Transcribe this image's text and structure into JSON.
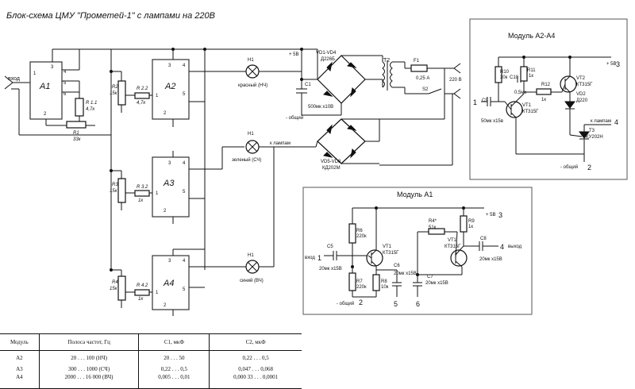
{
  "title": "Блок-схема ЦМУ \"Прометей-1\" с лампами на 220В",
  "main": {
    "input_label": "вход",
    "blocks": [
      "A1",
      "A2",
      "A3",
      "A4"
    ],
    "a1_pins": [
      "1",
      "2",
      "3",
      "4",
      "5",
      "6"
    ],
    "a2_pins": [
      "1",
      "2",
      "3",
      "4",
      "5"
    ],
    "r1": {
      "name": "R 1.1",
      "value": "4,7к"
    },
    "r1b": {
      "name": "R1",
      "value": "33к"
    },
    "r2": {
      "name": "R2",
      "value": "15к"
    },
    "r22": {
      "name": "R 2.2",
      "value": "4,7к"
    },
    "r3": {
      "name": "R3",
      "value": "15к"
    },
    "r32": {
      "name": "R 3.2",
      "value": "1к"
    },
    "r4": {
      "name": "R4",
      "value": "15к"
    },
    "r42": {
      "name": "R 4.2",
      "value": "1к"
    },
    "lamps": [
      {
        "name": "H1",
        "label": "красный (НЧ)"
      },
      {
        "name": "H1",
        "label": "зеленый (СЧ)"
      },
      {
        "name": "H1",
        "label": "синий (ВЧ)"
      }
    ],
    "k_lamps": "к лампам",
    "plus5": "+ 5В",
    "common": "- общий",
    "c1": {
      "name": "C1",
      "value": "500мк х10В"
    },
    "vd14": {
      "name": "VD1-VD4",
      "value": "Д226Б"
    },
    "vd58": {
      "name": "VD5-VD8",
      "value": "КД202М"
    },
    "t2": "T2",
    "f1": {
      "name": "F1",
      "value": "0,25 А"
    },
    "s2": "S2",
    "v220": "220 В"
  },
  "module_a24": {
    "title": "Модуль А2-А4",
    "r10": {
      "name": "R10",
      "value": "30к"
    },
    "c10": {
      "name": "C10",
      "value": "0,5мк"
    },
    "r11": {
      "name": "R11",
      "value": "1к"
    },
    "r12": {
      "name": "R12",
      "value": "1к"
    },
    "vt2": {
      "name": "VT2",
      "value": "КТ315Г"
    },
    "vd2": {
      "name": "VD2",
      "value": "Д220"
    },
    "c9": {
      "name": "C9",
      "value": "50мк х15в"
    },
    "vt1": {
      "name": "VT1",
      "value": "КТ315Г"
    },
    "plus5": "+ 5В",
    "k_lamps": "к лампам",
    "t3": {
      "name": "T3",
      "value": "КУ202Н"
    },
    "common": "- общий",
    "pins": [
      "1",
      "2",
      "3",
      "4"
    ]
  },
  "module_a1": {
    "title": "Модуль А1",
    "r6": {
      "name": "R6",
      "value": "220к"
    },
    "r7": {
      "name": "R7",
      "value": "220к"
    },
    "r8": {
      "name": "R8",
      "value": "10к"
    },
    "r4s": {
      "name": "R4*",
      "value": "51к"
    },
    "r9": {
      "name": "R9",
      "value": "1к"
    },
    "c5": {
      "name": "C5",
      "value": "20мк х15В"
    },
    "c6": {
      "name": "C6",
      "value": "20мк х15В"
    },
    "c7": {
      "name": "C7",
      "value": "20мк х15В"
    },
    "c8": {
      "name": "C8",
      "value": "20мк х15В"
    },
    "vt1a": {
      "name": "VT1",
      "value": "КТ315Г"
    },
    "vt1b": {
      "name": "VT1",
      "value": "КТ315Г"
    },
    "input": "вход",
    "output": "выход",
    "plus5": "+ 5В",
    "common": "- общий",
    "pins": [
      "1",
      "2",
      "3",
      "4",
      "5",
      "6"
    ]
  },
  "table": {
    "headers": [
      "Модуль",
      "Полоса частот, Гц",
      "C1, мкФ",
      "C2, мкФ"
    ],
    "rows": [
      [
        "A2",
        "20 . . . 100 (НЧ)",
        "20 . . . 50",
        "0,22 . . . 0,5"
      ],
      [
        "A3",
        "300 . . . 1000 (СЧ)",
        "0,22 . . . 0,5",
        "0,047 . . . 0,068"
      ],
      [
        "A4",
        "2000 . . . 16 000 (ВЧ)",
        "0,005 . . . 0,01",
        "0,000 33 . . . 0,0001"
      ]
    ]
  }
}
